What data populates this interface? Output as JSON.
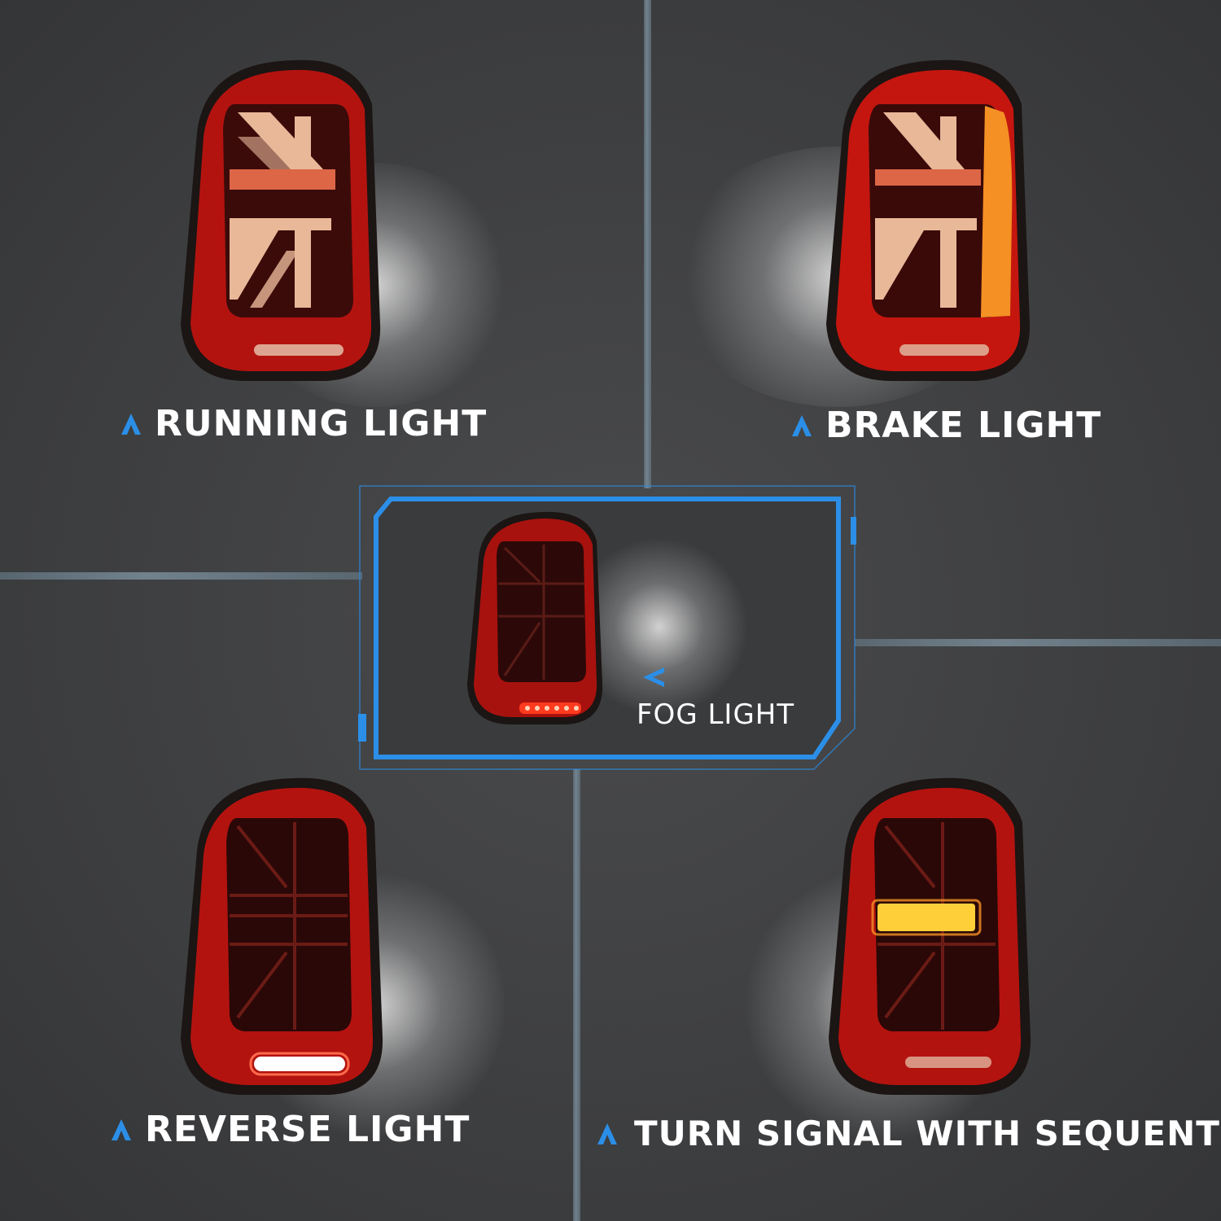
{
  "colors": {
    "accent_blue": "#2b8fe8",
    "lamp_red": "#b3130f",
    "lamp_dark": "#1b1514",
    "amber": "#f49024",
    "cross_light": "#f3c2a1"
  },
  "panels": [
    {
      "id": "running",
      "label": "RUNNING LIGHT",
      "icon": "chevron-up-icon"
    },
    {
      "id": "brake",
      "label": "BRAKE LIGHT",
      "icon": "chevron-up-icon"
    },
    {
      "id": "fog",
      "label": "FOG LIGHT",
      "icon": "chevron-left-icon"
    },
    {
      "id": "reverse",
      "label": "REVERSE LIGHT",
      "icon": "chevron-up-icon"
    },
    {
      "id": "turn",
      "label": "TURN SIGNAL WITH SEQUENTIAL",
      "icon": "chevron-up-icon"
    }
  ]
}
